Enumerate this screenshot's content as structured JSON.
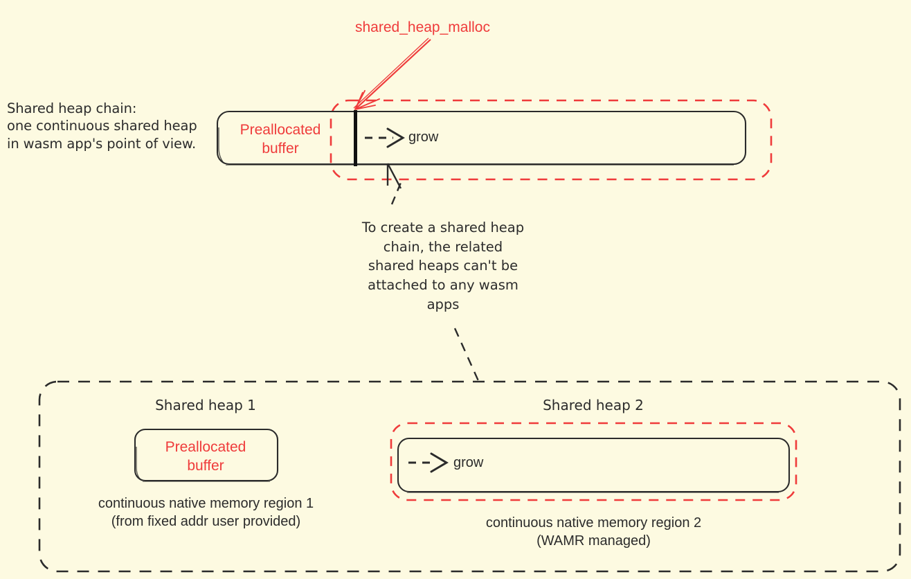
{
  "diagram": {
    "title": "WAMR shared heap chain diagram",
    "background_color": "#fdfae1",
    "accent_red": "#ef3b3b",
    "ink_color": "#2b2b2b"
  },
  "top": {
    "chain_note": "Shared heap chain:\none continuous shared heap\nin wasm app's point of view.",
    "preallocated_label": "Preallocated\nbuffer",
    "grow_label": "grow",
    "malloc_callout": "shared_heap_malloc"
  },
  "middle": {
    "chain_constraint_note": "To create a shared heap\nchain, the related\nshared heaps can't be\nattached to any wasm\napps"
  },
  "bottom": {
    "heap1": {
      "title": "Shared heap 1",
      "preallocated_label": "Preallocated\nbuffer",
      "caption": "continuous native memory region 1\n(from fixed addr user provided)"
    },
    "heap2": {
      "title": "Shared heap 2",
      "grow_label": "grow",
      "caption": "continuous native memory region 2\n(WAMR managed)"
    }
  }
}
